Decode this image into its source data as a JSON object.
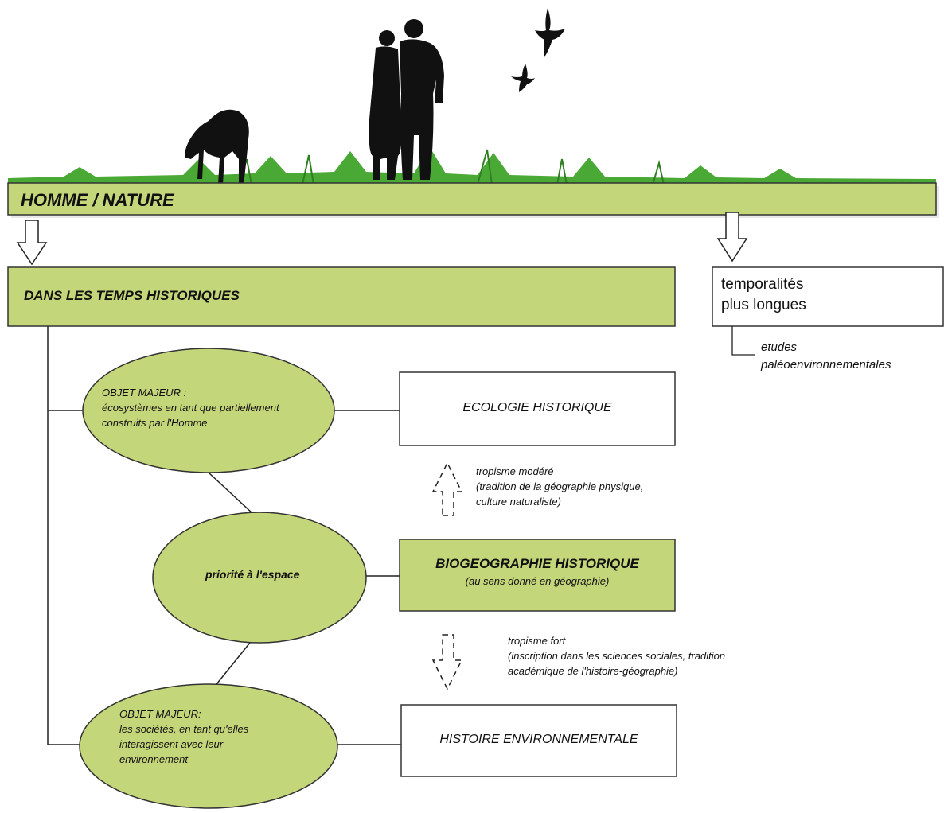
{
  "top_bar": {
    "title": "HOMME / NATURE"
  },
  "historical_box": {
    "title": "DANS LES TEMPS HISTORIQUES"
  },
  "long_box": {
    "line1": "temporalités",
    "line2": "plus longues"
  },
  "paleo_note": {
    "line1": "etudes",
    "line2": "paléoenvironnementales"
  },
  "ellipse_top": {
    "line1": "OBJET MAJEUR :",
    "line2": "écosystèmes en tant que partiellement",
    "line3": "construits par l'Homme"
  },
  "ellipse_mid": {
    "text": "priorité à l'espace"
  },
  "ellipse_bottom": {
    "line1": "OBJET MAJEUR:",
    "line2": "les sociétés, en tant qu'elles",
    "line3": "interagissent avec leur",
    "line4": "environnement"
  },
  "ecologie_box": {
    "title": "ECOLOGIE HISTORIQUE"
  },
  "biogeo_box": {
    "title": "BIOGEOGRAPHIE HISTORIQUE",
    "subtitle": "(au sens donné en géographie)"
  },
  "histoire_box": {
    "title": "HISTOIRE ENVIRONNEMENTALE"
  },
  "tropism_moderate": {
    "line1": "tropisme modéré",
    "line2": "(tradition de la géographie physique,",
    "line3": "culture naturaliste)"
  },
  "tropism_strong": {
    "line1": "tropisme fort",
    "line2": "(inscription dans les sciences sociales, tradition",
    "line3": "académique de l'histoire-géographie)"
  },
  "colors": {
    "green": "#c4d67a",
    "stroke": "#222222",
    "grass": "#3f9a2e"
  }
}
